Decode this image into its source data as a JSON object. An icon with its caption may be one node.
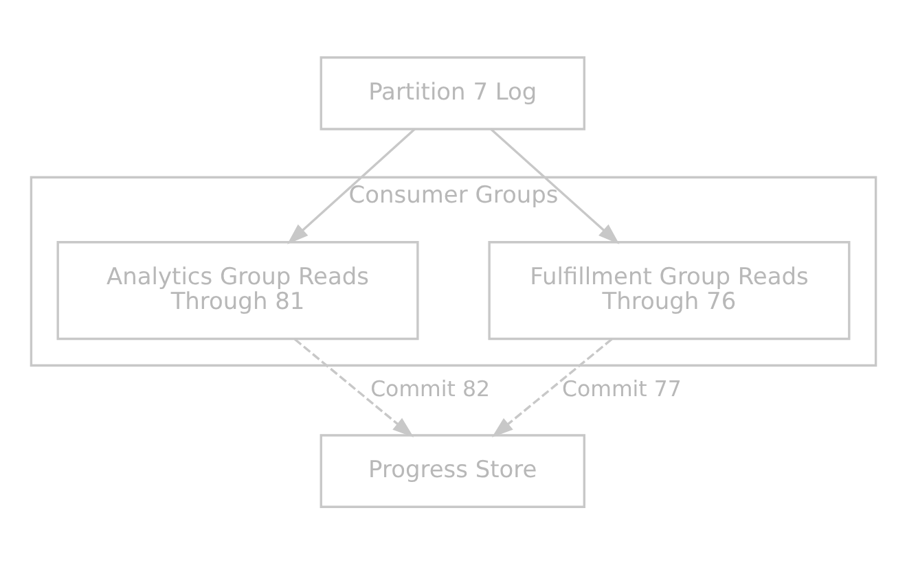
{
  "diagram": {
    "nodes": [
      {
        "text": [
          "Partition 7 Log"
        ]
      },
      {
        "text": [
          "Consumer Groups"
        ]
      },
      {
        "text": [
          "Analytics Group Reads Through 81"
        ],
        "in": 1
      },
      {
        "text": [
          "Fulfillment Group Reads Through 76"
        ],
        "in": 1
      },
      {
        "text": [
          "Progress Store"
        ]
      }
    ],
    "edges": [
      {
        "from": 0,
        "to": 2,
        "arrow": "to"
      },
      {
        "from": 0,
        "to": 3,
        "arrow": "to"
      },
      {
        "from": 2,
        "to": 4,
        "arrow": "to",
        "label": "Commit 82",
        "style": "dashed"
      },
      {
        "from": 3,
        "to": 4,
        "arrow": "to",
        "label": "Commit 77",
        "style": "dashed"
      }
    ]
  }
}
